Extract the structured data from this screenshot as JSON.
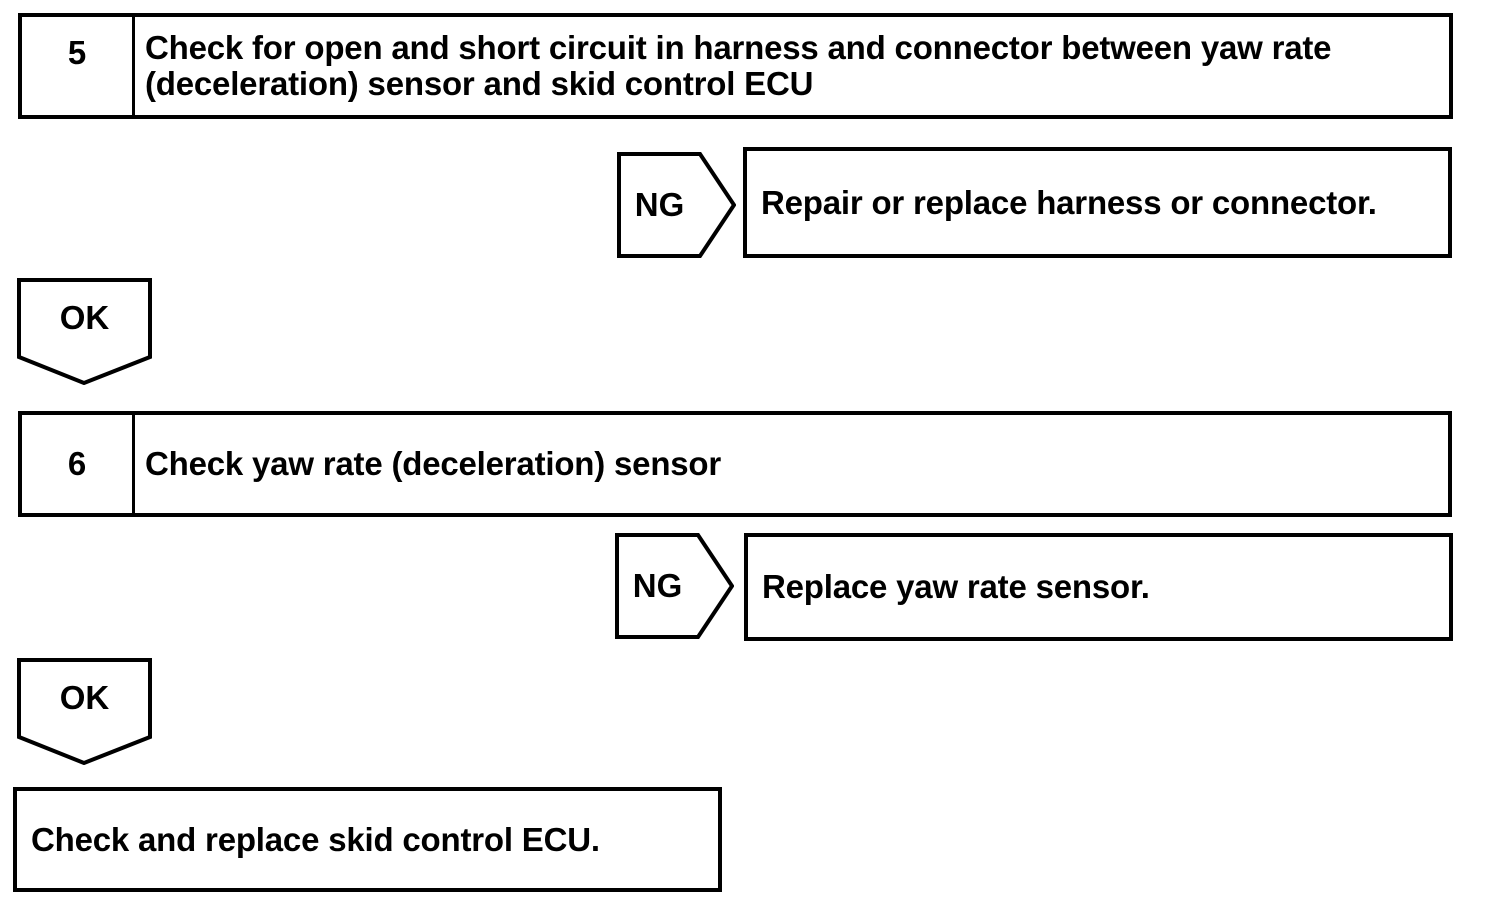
{
  "colors": {
    "ink": "#000000",
    "paper": "#ffffff"
  },
  "flowchart": {
    "steps": [
      {
        "number": "5",
        "instruction": "Check for open and short circuit in harness and connector between yaw rate (deceleration) sensor and skid control ECU",
        "ng_label": "NG",
        "ng_action": "Repair or replace harness or connector.",
        "ok_label": "OK"
      },
      {
        "number": "6",
        "instruction": "Check yaw rate (deceleration) sensor",
        "ng_label": "NG",
        "ng_action": "Replace yaw rate sensor.",
        "ok_label": "OK"
      }
    ],
    "final_action": "Check and replace skid control ECU."
  }
}
